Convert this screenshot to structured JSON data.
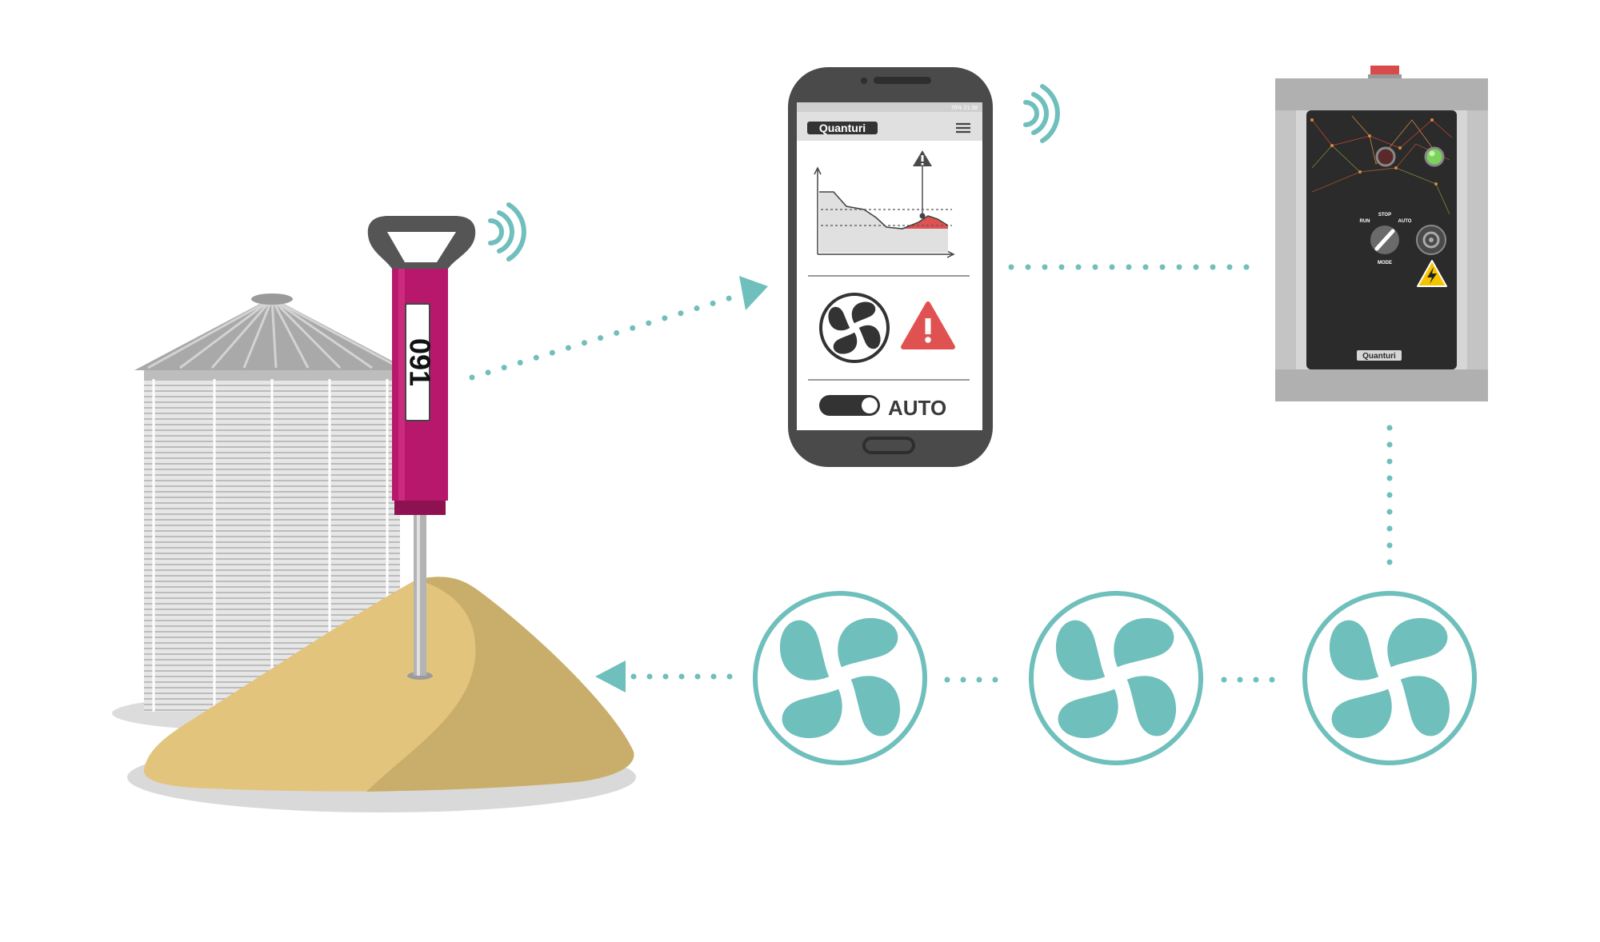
{
  "colors": {
    "teal": "#6fbfbc",
    "probe_magenta": "#b8186b",
    "grain_light": "#e3c47d",
    "grain_dark": "#c9ad6a",
    "phone_body": "#4a4a4a",
    "alert_red": "#e05252",
    "controller_panel": "#2b2b2b",
    "controller_frame": "#c4c4c4"
  },
  "probe": {
    "id_text": "091"
  },
  "phone": {
    "brand": "Quanturi",
    "status_text": "70% 21:38",
    "mode_label": "AUTO",
    "toggle_on": true
  },
  "controller": {
    "brand": "Quanturi",
    "switch_labels": {
      "run": "RUN",
      "stop": "STOP",
      "auto": "AUTO",
      "mode": "MODE"
    }
  },
  "icons": {
    "wifi": "wifi-signal-icon",
    "fan": "fan-icon",
    "warning": "warning-triangle-icon",
    "menu": "hamburger-menu-icon",
    "high_voltage": "high-voltage-icon",
    "arrow": "arrow-head-icon"
  },
  "fans": [
    {
      "name": "fan-1"
    },
    {
      "name": "fan-2"
    },
    {
      "name": "fan-3"
    }
  ]
}
